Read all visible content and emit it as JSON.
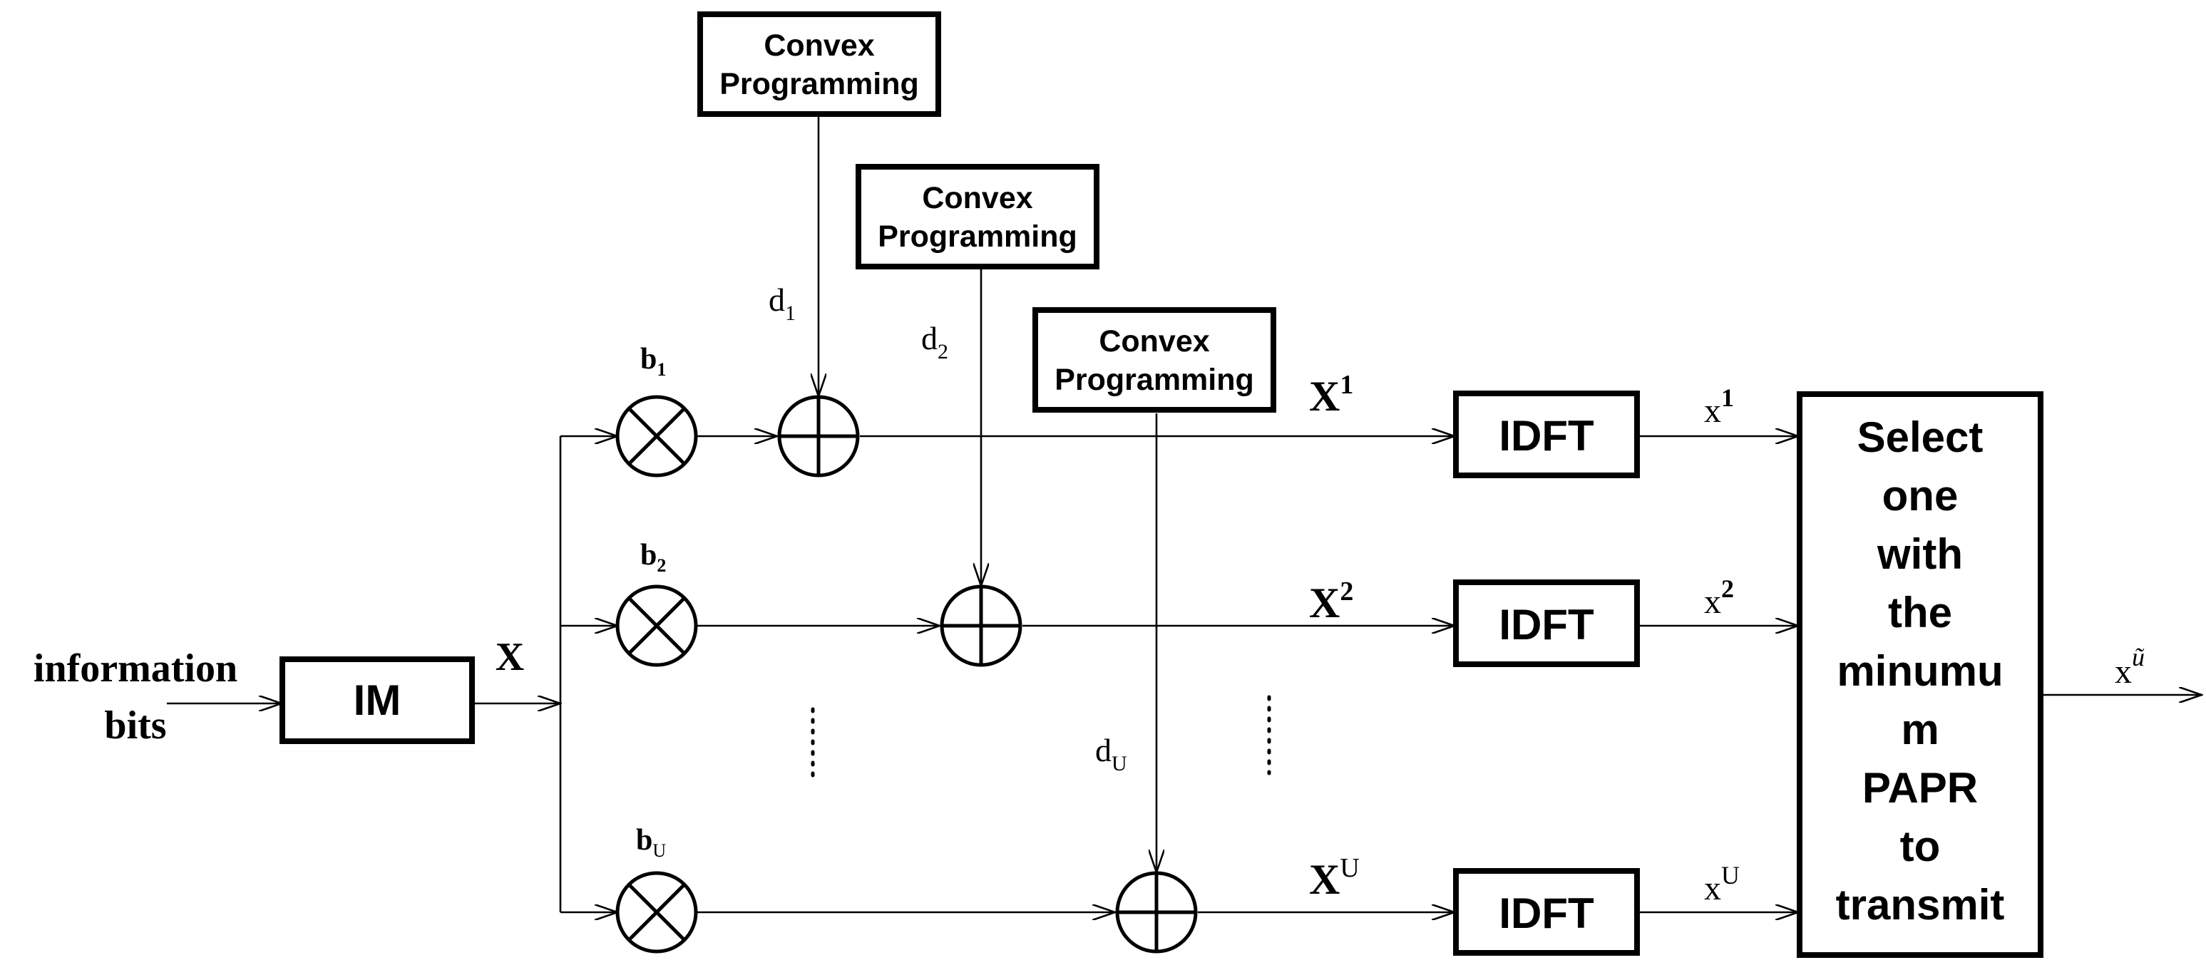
{
  "blocks": {
    "cp1": [
      "Convex",
      "Programming"
    ],
    "cp2": [
      "Convex",
      "Programming"
    ],
    "cp3": [
      "Convex",
      "Programming"
    ],
    "im": "IM",
    "idft1": "IDFT",
    "idft2": "IDFT",
    "idft3": "IDFT",
    "select": [
      "Select",
      "one",
      "with",
      "the",
      "minumu",
      "m",
      "PAPR",
      "to",
      "transmit"
    ]
  },
  "labels": {
    "input": [
      "information",
      "bits"
    ],
    "x": "X",
    "b1": {
      "base": "b",
      "sub": "1"
    },
    "b2": {
      "base": "b",
      "sub": "2"
    },
    "bU": {
      "base": "b",
      "sub": "U"
    },
    "d1": {
      "base": "d",
      "sub": "1"
    },
    "d2": {
      "base": "d",
      "sub": "2"
    },
    "dU": {
      "base": "d",
      "sub": "U"
    },
    "X1": {
      "base": "X",
      "sup": "1"
    },
    "X2": {
      "base": "X",
      "sup": "2"
    },
    "XU": {
      "base": "X",
      "sup": "U"
    },
    "x1": {
      "base": "x",
      "sup": "1"
    },
    "x2": {
      "base": "x",
      "sup": "2"
    },
    "xU": {
      "base": "x",
      "sup": "U"
    },
    "output": {
      "base": "x",
      "sup": "ũ"
    }
  }
}
